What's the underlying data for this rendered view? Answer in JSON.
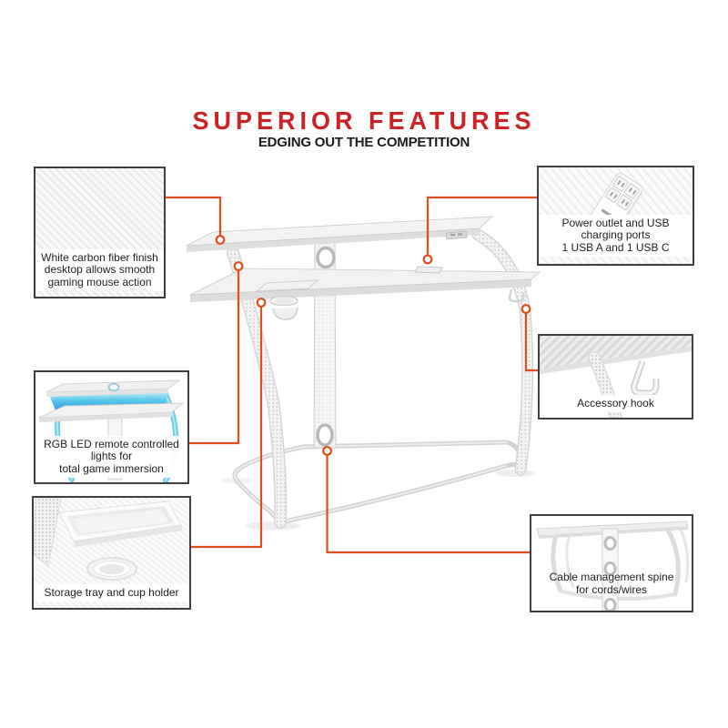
{
  "header": {
    "title": "SUPERIOR FEATURES",
    "subtitle": "EDGING OUT THE COMPETITION"
  },
  "colors": {
    "title_red": "#cb2127",
    "connector_orange": "#e14e1d",
    "box_border": "#3f3f3f",
    "led_blue": "#5ec7e8",
    "desk_gray": "#f2f2f2"
  },
  "callouts": [
    {
      "id": "desktop-finish",
      "caption_lines": [
        "White carbon fiber finish",
        "desktop allows smooth",
        "gaming mouse action"
      ]
    },
    {
      "id": "power-outlet",
      "caption_lines": [
        "Power outlet and USB charging ports",
        "1 USB A and 1 USB C"
      ]
    },
    {
      "id": "accessory-hook",
      "caption_lines": [
        "Accessory hook"
      ]
    },
    {
      "id": "rgb-led",
      "caption_lines": [
        "RGB LED remote controlled lights for",
        "total game immersion"
      ]
    },
    {
      "id": "storage-tray",
      "caption_lines": [
        "Storage tray and cup holder"
      ]
    },
    {
      "id": "cable-spine",
      "caption_lines": [
        "Cable management spine",
        "for cords/wires"
      ]
    }
  ]
}
